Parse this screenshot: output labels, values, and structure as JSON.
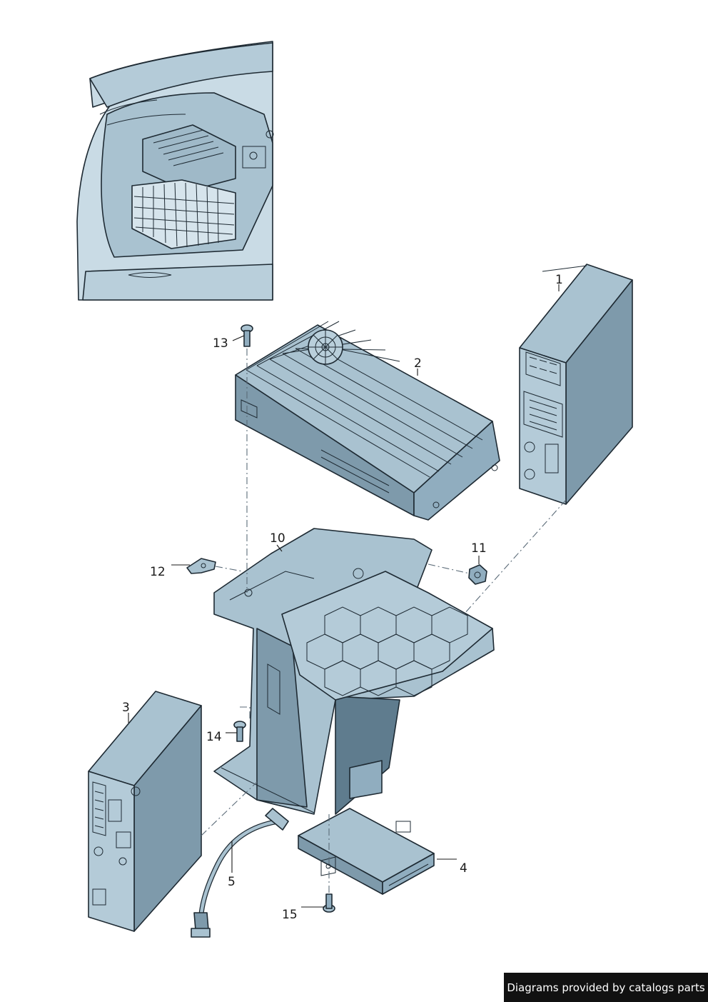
{
  "diagram": {
    "part_labels": [
      {
        "id": "part-1",
        "text": "1"
      },
      {
        "id": "part-2",
        "text": "2"
      },
      {
        "id": "part-3",
        "text": "3"
      },
      {
        "id": "part-4",
        "text": "4"
      },
      {
        "id": "part-5",
        "text": "5"
      },
      {
        "id": "part-10",
        "text": "10"
      },
      {
        "id": "part-11",
        "text": "11"
      },
      {
        "id": "part-12",
        "text": "12"
      },
      {
        "id": "part-13",
        "text": "13"
      },
      {
        "id": "part-14",
        "text": "14"
      },
      {
        "id": "part-15",
        "text": "15"
      }
    ]
  },
  "footer": {
    "credit": "Diagrams provided by catalogs parts"
  },
  "colors": {
    "part_fill": "#a9c2d0",
    "part_shade": "#7e9aab",
    "part_dark": "#5f7c8e",
    "inset_fill": "#c9dbe5",
    "outline": "#1e2a33",
    "credit_background": "#111111"
  }
}
